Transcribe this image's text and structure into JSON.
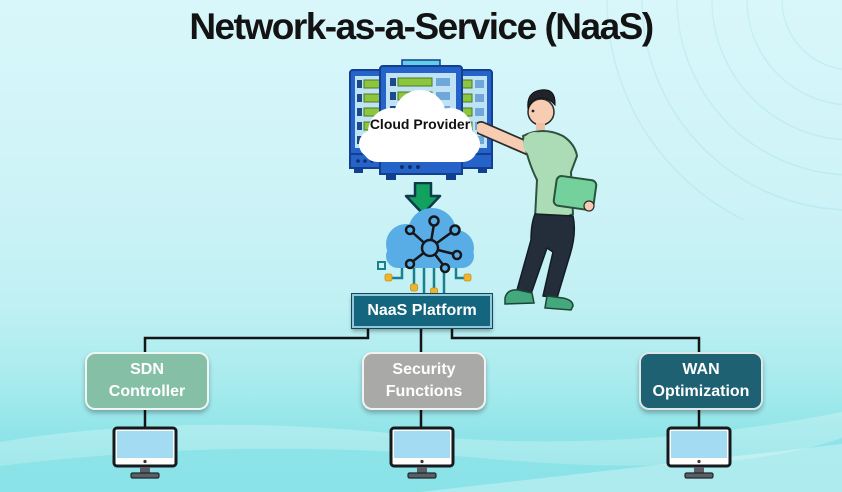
{
  "title": "Network-as-a-Service (NaaS)",
  "cloud_provider": {
    "label": "Cloud Provider"
  },
  "platform": {
    "label": "NaaS Platform",
    "bg": "#14667f"
  },
  "nodes": [
    {
      "line1": "SDN",
      "line2": "Controller",
      "bg": "#85c0a6"
    },
    {
      "line1": "Security",
      "line2": "Functions",
      "bg": "#a9aaa7"
    },
    {
      "line1": "WAN",
      "line2": "Optimization",
      "bg": "#1e6172"
    }
  ],
  "icons": {
    "server_cluster": "server-rack-cluster-icon",
    "provider_cloud": "cloud-icon",
    "down_arrow": "arrow-down-icon",
    "naas_cloud": "cloud-network-icon",
    "person": "person-pointing-illustration",
    "endpoint": "desktop-monitor-icon"
  },
  "colors": {
    "background_top": "#d9f7fb",
    "background_bottom": "#7edfe3",
    "title": "#131313",
    "connector": "#151515",
    "arrow_green": "#12a15e",
    "server_blue": "#2563c9",
    "cloud_blue": "#58ade6",
    "dot_orange": "#f0b42c"
  }
}
